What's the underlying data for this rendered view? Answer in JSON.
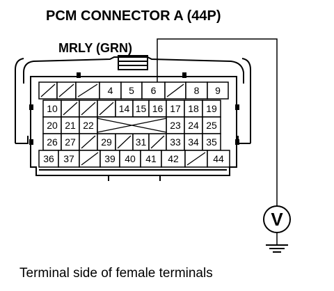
{
  "title": "PCM CONNECTOR A (44P)",
  "wire_label": "MRLY (GRN)",
  "meter_symbol": "V",
  "caption": "Terminal side of female terminals",
  "connector": {
    "rows": [
      [
        "",
        "",
        "",
        "4",
        "5",
        "6",
        "",
        "8",
        "9"
      ],
      [
        "10",
        "",
        "",
        "",
        "14",
        "15",
        "16",
        "17",
        "18",
        "19"
      ],
      [
        "20",
        "21",
        "22",
        "",
        "",
        "",
        "",
        "23",
        "24",
        "25"
      ],
      [
        "26",
        "27",
        "",
        "29",
        "",
        "31",
        "",
        "33",
        "34",
        "35"
      ],
      [
        "36",
        "37",
        "",
        "39",
        "40",
        "41",
        "42",
        "",
        "44"
      ]
    ],
    "probed_terminal": "6"
  }
}
